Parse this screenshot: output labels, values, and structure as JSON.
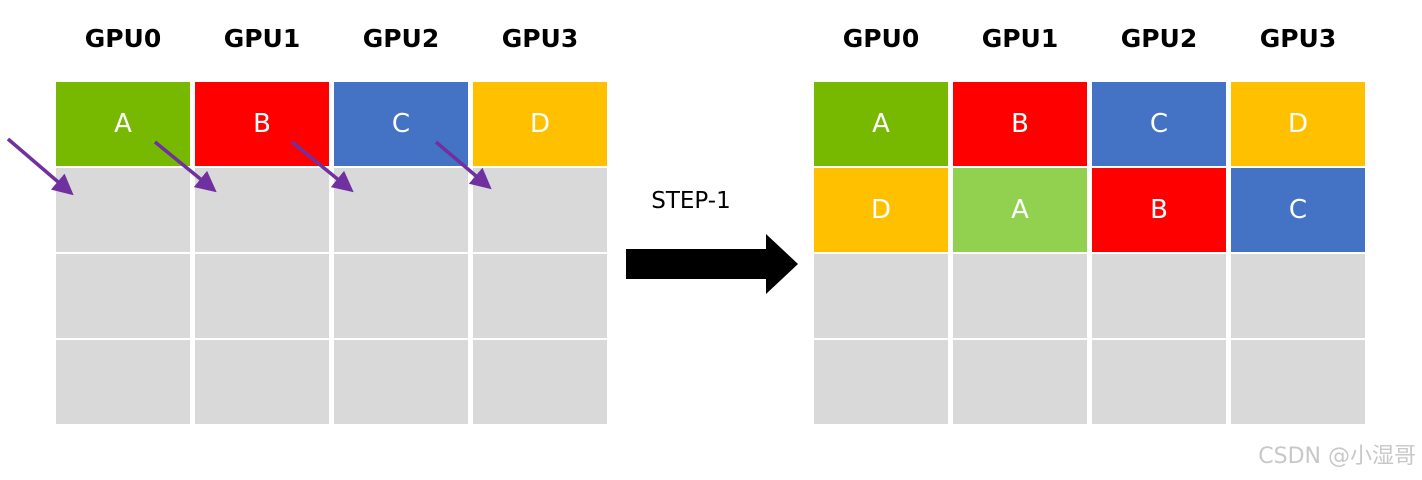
{
  "colors": {
    "green": "#76b900",
    "light_green": "#92d050",
    "red": "#ff0000",
    "blue": "#4472c4",
    "yellow": "#ffc000",
    "empty": "#d9d9d9",
    "arrow_purple": "#7030a0",
    "step_arrow": "#000000"
  },
  "left": {
    "headers": [
      "GPU0",
      "GPU1",
      "GPU2",
      "GPU3"
    ],
    "columns": [
      [
        {
          "label": "A",
          "color": "#76b900"
        },
        null,
        null,
        null
      ],
      [
        {
          "label": "B",
          "color": "#ff0000"
        },
        null,
        null,
        null
      ],
      [
        {
          "label": "C",
          "color": "#4472c4"
        },
        null,
        null,
        null
      ],
      [
        {
          "label": "D",
          "color": "#ffc000"
        },
        null,
        null,
        null
      ]
    ]
  },
  "step": {
    "label": "STEP-1"
  },
  "right": {
    "headers": [
      "GPU0",
      "GPU1",
      "GPU2",
      "GPU3"
    ],
    "columns": [
      [
        {
          "label": "A",
          "color": "#76b900"
        },
        {
          "label": "D",
          "color": "#ffc000"
        },
        null,
        null
      ],
      [
        {
          "label": "B",
          "color": "#ff0000"
        },
        {
          "label": "A",
          "color": "#92d050"
        },
        null,
        null
      ],
      [
        {
          "label": "C",
          "color": "#4472c4"
        },
        {
          "label": "B",
          "color": "#ff0000"
        },
        null,
        null
      ],
      [
        {
          "label": "D",
          "color": "#ffc000"
        },
        {
          "label": "C",
          "color": "#4472c4"
        },
        null,
        null
      ]
    ]
  },
  "watermark": "CSDN @小湿哥"
}
